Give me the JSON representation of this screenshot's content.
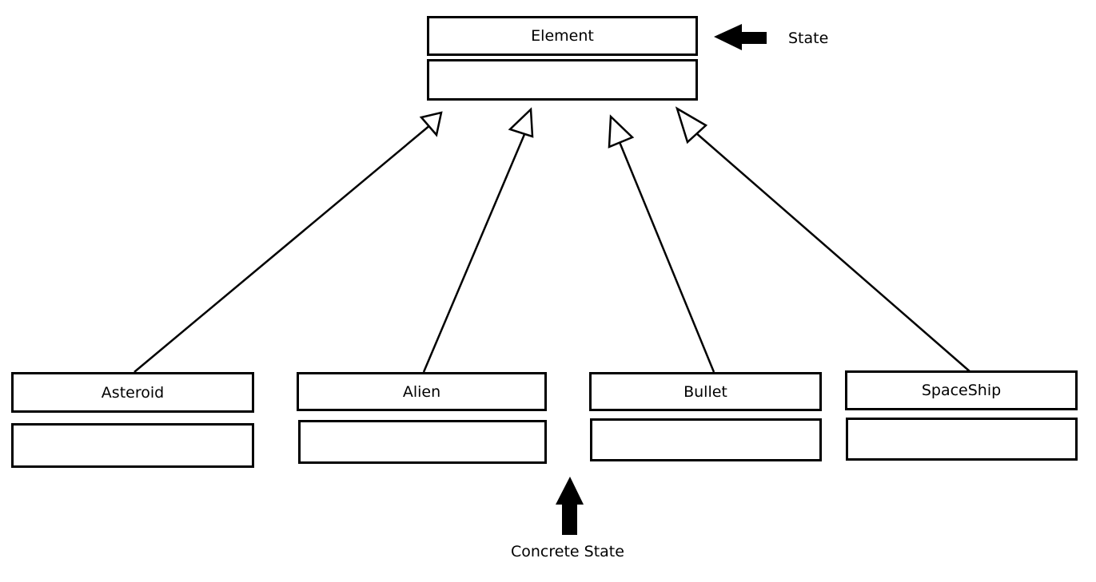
{
  "diagram": {
    "superclass": {
      "name": "Element"
    },
    "subclasses": [
      {
        "name": "Asteroid"
      },
      {
        "name": "Alien"
      },
      {
        "name": "Bullet"
      },
      {
        "name": "SpaceShip"
      }
    ],
    "annotations": {
      "state_label": "State",
      "concrete_state_label": "Concrete State"
    },
    "relationship": "generalization (hollow triangle arrowheads pointing to Element)",
    "colors": {
      "line": "#000000",
      "background": "#ffffff"
    }
  }
}
